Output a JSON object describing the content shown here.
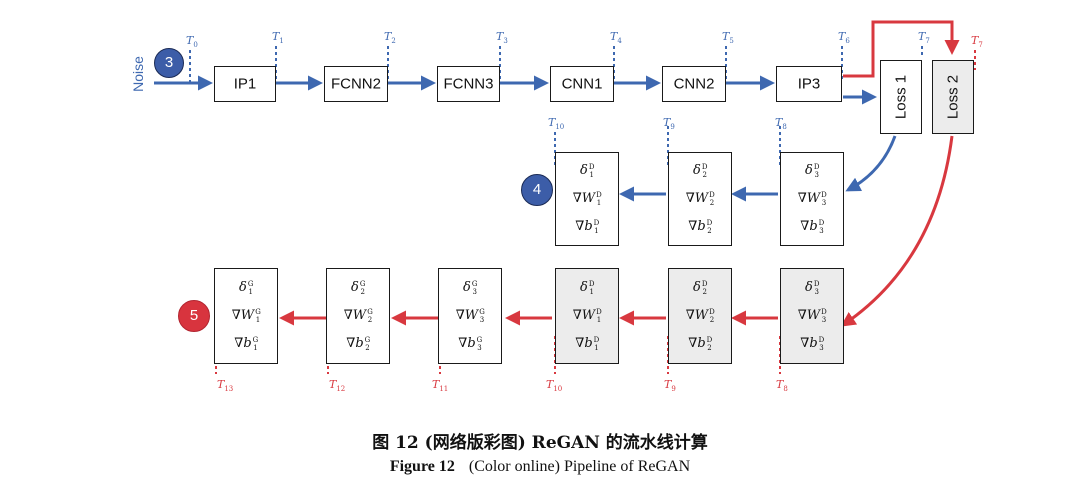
{
  "noise_label": "Noise",
  "forward_layers": [
    "IP1",
    "FCNN2",
    "FCNN3",
    "CNN1",
    "CNN2",
    "IP3"
  ],
  "loss_labels": [
    "Loss 1",
    "Loss 2"
  ],
  "step_badges": [
    "3",
    "4",
    "5"
  ],
  "time_markers": {
    "top": [
      {
        "base": "T",
        "sub": "0"
      },
      {
        "base": "T",
        "sub": "1"
      },
      {
        "base": "T",
        "sub": "2"
      },
      {
        "base": "T",
        "sub": "3"
      },
      {
        "base": "T",
        "sub": "4"
      },
      {
        "base": "T",
        "sub": "5"
      },
      {
        "base": "T",
        "sub": "6"
      },
      {
        "base": "T",
        "sub": "7"
      },
      {
        "base": "T",
        "sub": "7"
      }
    ],
    "middle": [
      {
        "base": "T",
        "sub": "10"
      },
      {
        "base": "T",
        "sub": "9"
      },
      {
        "base": "T",
        "sub": "8"
      }
    ],
    "bottom": [
      {
        "base": "T",
        "sub": "13"
      },
      {
        "base": "T",
        "sub": "12"
      },
      {
        "base": "T",
        "sub": "11"
      },
      {
        "base": "T",
        "sub": "10"
      },
      {
        "base": "T",
        "sub": "9"
      },
      {
        "base": "T",
        "sub": "8"
      }
    ]
  },
  "gradient_symbols": {
    "delta": "δ",
    "grad_w": "∇W",
    "grad_b": "∇b"
  },
  "discriminator_mark": "D",
  "generator_mark": "G",
  "middle_row_indices": [
    "1",
    "2",
    "3"
  ],
  "bottom_row": [
    {
      "mark": "G",
      "idx": "1"
    },
    {
      "mark": "G",
      "idx": "2"
    },
    {
      "mark": "G",
      "idx": "3"
    },
    {
      "mark": "D",
      "idx": "1"
    },
    {
      "mark": "D",
      "idx": "2"
    },
    {
      "mark": "D",
      "idx": "3"
    }
  ],
  "caption": {
    "cn": "图 12 (网络版彩图) ReGAN 的流水线计算",
    "fig_label": "Figure 12",
    "en": "(Color online) Pipeline of ReGAN"
  },
  "colors": {
    "blue": "#3e68b0",
    "red": "#d8383f",
    "gray_fill": "#ececec"
  }
}
